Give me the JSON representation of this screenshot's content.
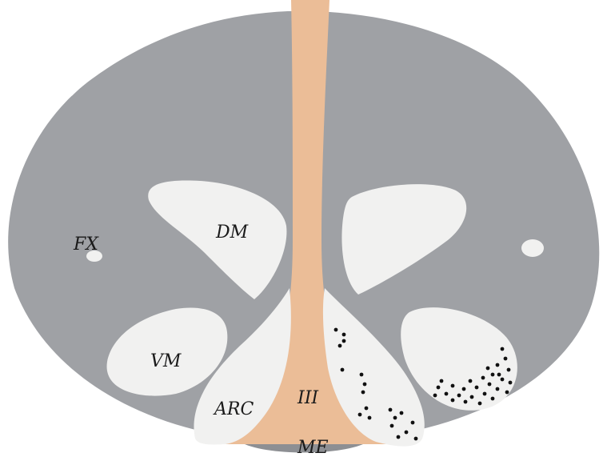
{
  "labels": {
    "fx": "FX",
    "dm": "DM",
    "vm": "VM",
    "arc": "ARC",
    "iii": "III",
    "me": "ME"
  },
  "colors": {
    "tissue": "#9fa1a5",
    "nucleus": "#f1f1f0",
    "ventricle": "#ebbd97",
    "dot": "#111111"
  }
}
